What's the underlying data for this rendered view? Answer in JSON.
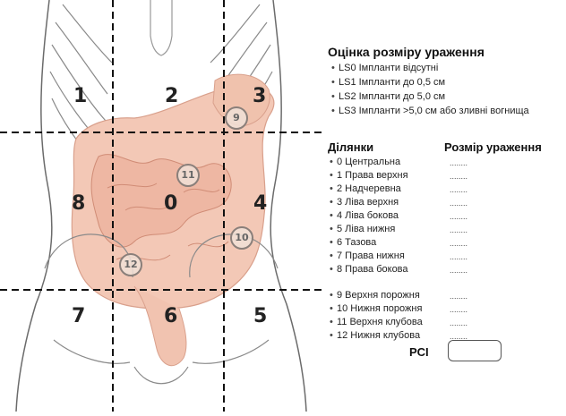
{
  "size_legend": {
    "title": "Оцінка розміру ураження",
    "items": [
      "LS0 Імпланти відсутні",
      "LS1 Імпланти до 0,5 см",
      "LS2 Імпланти до 5,0 см",
      "LS3 Імпланти >5,0 см або зливні вогнища"
    ]
  },
  "regions_table": {
    "col_regions": "Ділянки",
    "col_size": "Розмір ураження",
    "placeholder": "........",
    "abdominal_rows": [
      "0 Центральна",
      "1 Права верхня",
      "2 Надчеревна",
      "3 Ліва верхня",
      "4 Ліва бокова",
      "5 Ліва нижня",
      "6 Тазова",
      "7 Права нижня",
      "8 Права бокова"
    ],
    "bowel_rows": [
      "9 Верхня порожня",
      "10 Нижня порожня",
      "11 Верхня клубова",
      "12 Нижня клубова"
    ]
  },
  "pci": {
    "label": "PCI",
    "value": ""
  },
  "figure": {
    "region_numbers": [
      "1",
      "2",
      "3",
      "8",
      "0",
      "4",
      "7",
      "6",
      "5"
    ],
    "bowel_numbers": [
      "9",
      "11",
      "10",
      "12"
    ]
  }
}
